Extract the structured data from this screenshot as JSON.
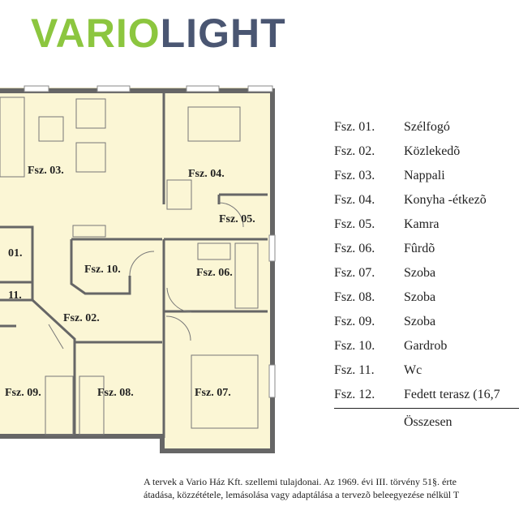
{
  "logo": {
    "part1": "VARIO",
    "part2": "LIGHT",
    "color1": "#8cc63f",
    "color2": "#4a5672"
  },
  "plan": {
    "rooms": [
      {
        "id": "fsz-03",
        "label": "Fsz. 03."
      },
      {
        "id": "fsz-04",
        "label": "Fsz. 04."
      },
      {
        "id": "fsz-05",
        "label": "Fsz. 05."
      },
      {
        "id": "fsz-01",
        "label": "01."
      },
      {
        "id": "fsz-10",
        "label": "Fsz. 10."
      },
      {
        "id": "fsz-06",
        "label": "Fsz. 06."
      },
      {
        "id": "fsz-11",
        "label": "11."
      },
      {
        "id": "fsz-02",
        "label": "Fsz. 02."
      },
      {
        "id": "fsz-09",
        "label": "Fsz. 09."
      },
      {
        "id": "fsz-08",
        "label": "Fsz. 08."
      },
      {
        "id": "fsz-07",
        "label": "Fsz. 07."
      }
    ],
    "floor_color": "#fbf6d5",
    "wall_color": "#666666"
  },
  "legend": {
    "items": [
      {
        "code": "Fsz. 01.",
        "name": "Szélfogó"
      },
      {
        "code": "Fsz. 02.",
        "name": "Közlekedõ"
      },
      {
        "code": "Fsz. 03.",
        "name": "Nappali"
      },
      {
        "code": "Fsz. 04.",
        "name": "Konyha -étkezõ"
      },
      {
        "code": "Fsz. 05.",
        "name": "Kamra"
      },
      {
        "code": "Fsz. 06.",
        "name": "Fûrdõ"
      },
      {
        "code": "Fsz. 07.",
        "name": "Szoba"
      },
      {
        "code": "Fsz. 08.",
        "name": "Szoba"
      },
      {
        "code": "Fsz. 09.",
        "name": "Szoba"
      },
      {
        "code": "Fsz. 10.",
        "name": "Gardrob"
      },
      {
        "code": "Fsz. 11.",
        "name": "Wc"
      },
      {
        "code": "Fsz. 12.",
        "name": "Fedett terasz (16,7"
      }
    ],
    "total_label": "Összesen"
  },
  "footer": {
    "line1": "A tervek a Vario Ház Kft. szellemi tulajdonai. Az 1969. évi III. törvény 51§. érte",
    "line2": "átadása, közzététele, lemásolása vagy adaptálása a tervezõ beleegyezése nélkül T"
  }
}
